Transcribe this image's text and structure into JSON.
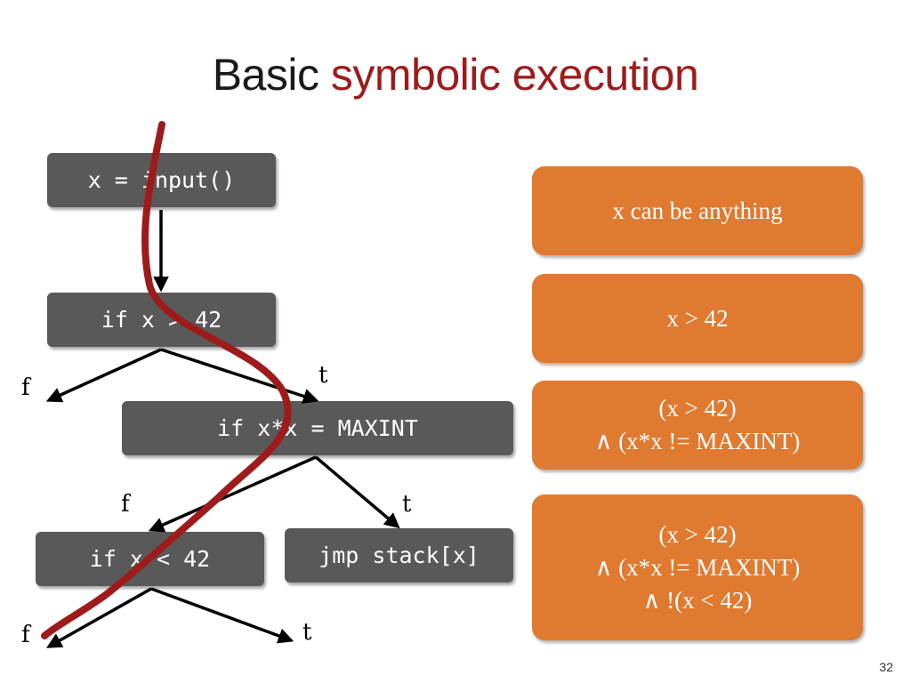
{
  "title": {
    "plain": "Basic",
    "highlight": "symbolic execution"
  },
  "nodes": {
    "input": "x = input()",
    "cond1": "if x > 42",
    "cond2": "if x*x = MAXINT",
    "cond3": "if x < 42",
    "jmp": "jmp stack[x]"
  },
  "edge_labels": {
    "f": "f",
    "t": "t"
  },
  "constraints": {
    "c1": {
      "lines": [
        "x can be anything"
      ]
    },
    "c2": {
      "lines": [
        "x > 42"
      ]
    },
    "c3": {
      "lines": [
        "(x > 42)",
        "∧ (x*x != MAXINT)"
      ]
    },
    "c4": {
      "lines": [
        "(x > 42)",
        "∧ (x*x != MAXINT)",
        "∧ !(x < 42)"
      ]
    }
  },
  "colors": {
    "node": "#595959",
    "constraint": "#e07a31",
    "path": "#9e1b1b",
    "title_accent": "#9e1b1b"
  },
  "page_number": "32"
}
